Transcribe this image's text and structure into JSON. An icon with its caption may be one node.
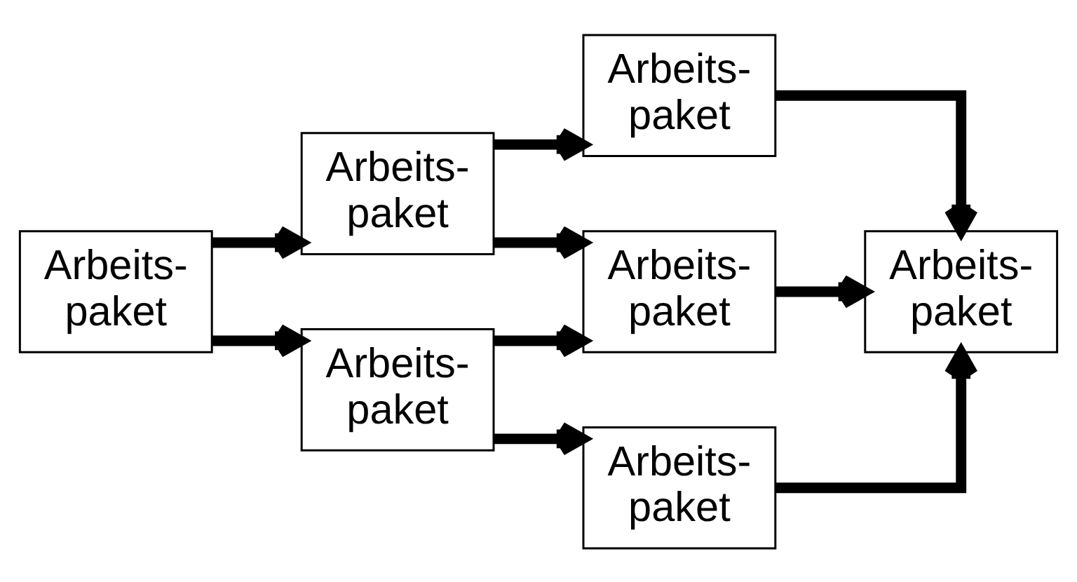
{
  "diagram": {
    "nodes": [
      {
        "text": [
          "Arbeits- paket"
        ]
      },
      {
        "text": [
          "Arbeits- paket"
        ]
      },
      {
        "text": [
          "Arbeits- paket"
        ]
      },
      {
        "text": [
          "Arbeits- paket"
        ]
      },
      {
        "text": [
          "Arbeits- paket"
        ]
      },
      {
        "text": [
          "Arbeits- paket"
        ]
      },
      {
        "text": [
          "Arbeits- paket"
        ]
      }
    ],
    "edges": [
      {
        "from": 0,
        "to": 1,
        "arrow": "to"
      },
      {
        "from": 0,
        "to": 4,
        "arrow": "to"
      },
      {
        "from": 1,
        "to": 2,
        "arrow": "to"
      },
      {
        "from": 1,
        "to": 6,
        "arrow": "to"
      },
      {
        "from": 2,
        "to": 3,
        "arrow": "to"
      },
      {
        "from": 4,
        "to": 5,
        "arrow": "to"
      },
      {
        "from": 4,
        "to": 6,
        "arrow": "to"
      },
      {
        "from": 5,
        "to": 3,
        "arrow": "to"
      },
      {
        "from": 6,
        "to": 3,
        "arrow": "to"
      }
    ]
  }
}
